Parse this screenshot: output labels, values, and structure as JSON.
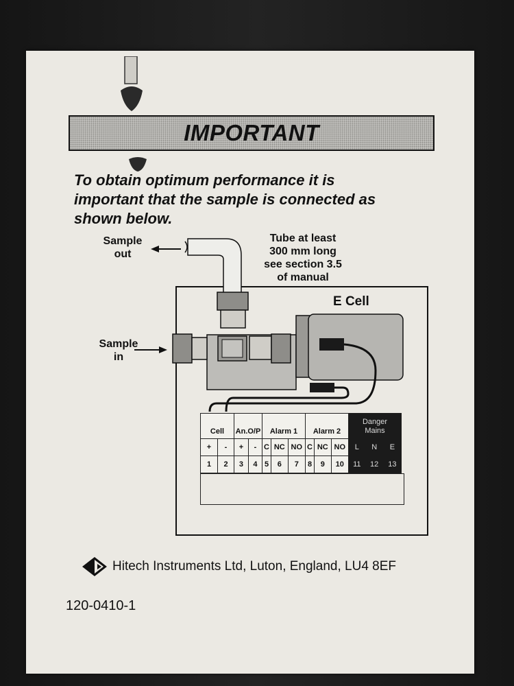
{
  "banner": {
    "title": "IMPORTANT"
  },
  "intro": {
    "lines": [
      "To obtain optimum performance it is",
      "important that the sample is connected as",
      "shown below."
    ]
  },
  "diagram": {
    "sample_out": [
      "Sample",
      "out"
    ],
    "sample_in": [
      "Sample",
      "in"
    ],
    "tube_note": [
      "Tube at least",
      "300 mm long",
      "see section 3.5",
      "of manual"
    ],
    "cell_name": "E Cell"
  },
  "terminals": {
    "groups": [
      {
        "name": "Cell",
        "signs": [
          "+",
          "-"
        ],
        "numbers": [
          "1",
          "2"
        ]
      },
      {
        "name": "An.O/P",
        "signs": [
          "+",
          "-"
        ],
        "numbers": [
          "3",
          "4"
        ]
      },
      {
        "name": "Alarm 1",
        "signs": [
          "C",
          "NC",
          "NO"
        ],
        "numbers": [
          "5",
          "6",
          "7"
        ]
      },
      {
        "name": "Alarm 2",
        "signs": [
          "C",
          "NC",
          "NO"
        ],
        "numbers": [
          "8",
          "9",
          "10"
        ]
      }
    ],
    "danger": {
      "name": [
        "Danger",
        "Mains"
      ],
      "signs": [
        "L",
        "N",
        "E"
      ],
      "numbers": [
        "11",
        "12",
        "13"
      ]
    }
  },
  "footer": {
    "company": "Hitech Instruments Ltd, Luton, England, LU4 8EF",
    "part_number": "120-0410-1"
  },
  "colors": {
    "paper": "#ebe9e3",
    "ink": "#111111",
    "danger_bg": "#1b1b1b"
  },
  "icons": [
    "cube-logo-icon",
    "arrow-left-icon",
    "arrow-right-icon"
  ]
}
